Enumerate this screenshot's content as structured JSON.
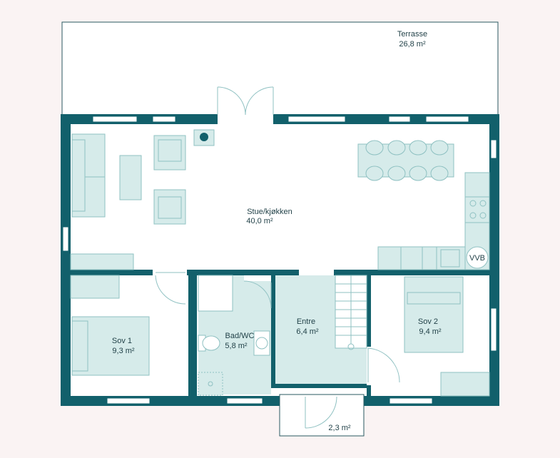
{
  "rooms": {
    "terrasse": {
      "name": "Terrasse",
      "area": "26,8 m²"
    },
    "stue": {
      "name": "Stue/kjøkken",
      "area": "40,0 m²"
    },
    "sov1": {
      "name": "Sov 1",
      "area": "9,3 m²"
    },
    "bad": {
      "name": "Bad/WC",
      "area": "5,8 m²"
    },
    "entre": {
      "name": "Entre",
      "area": "6,4 m²"
    },
    "sov2": {
      "name": "Sov 2",
      "area": "9,4 m²"
    },
    "porch": {
      "area": "2,3 m²"
    }
  },
  "labels": {
    "vvb": "VVB"
  },
  "colors": {
    "wall": "#12606b",
    "furniture": "#d6ebea",
    "background": "#faf3f3"
  }
}
